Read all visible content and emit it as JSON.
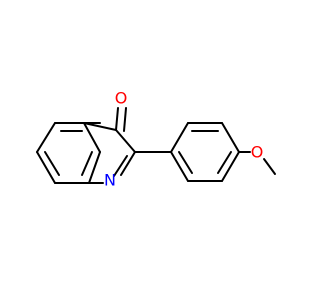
{
  "molecule": {
    "atoms": {
      "oxygen_carbonyl": {
        "symbol": "O",
        "color": "#ff0000"
      },
      "nitrogen": {
        "symbol": "N",
        "color": "#0000ff"
      },
      "oxygen_methoxy": {
        "symbol": "O",
        "color": "#ff0000"
      }
    },
    "bond_color": "#000000"
  }
}
